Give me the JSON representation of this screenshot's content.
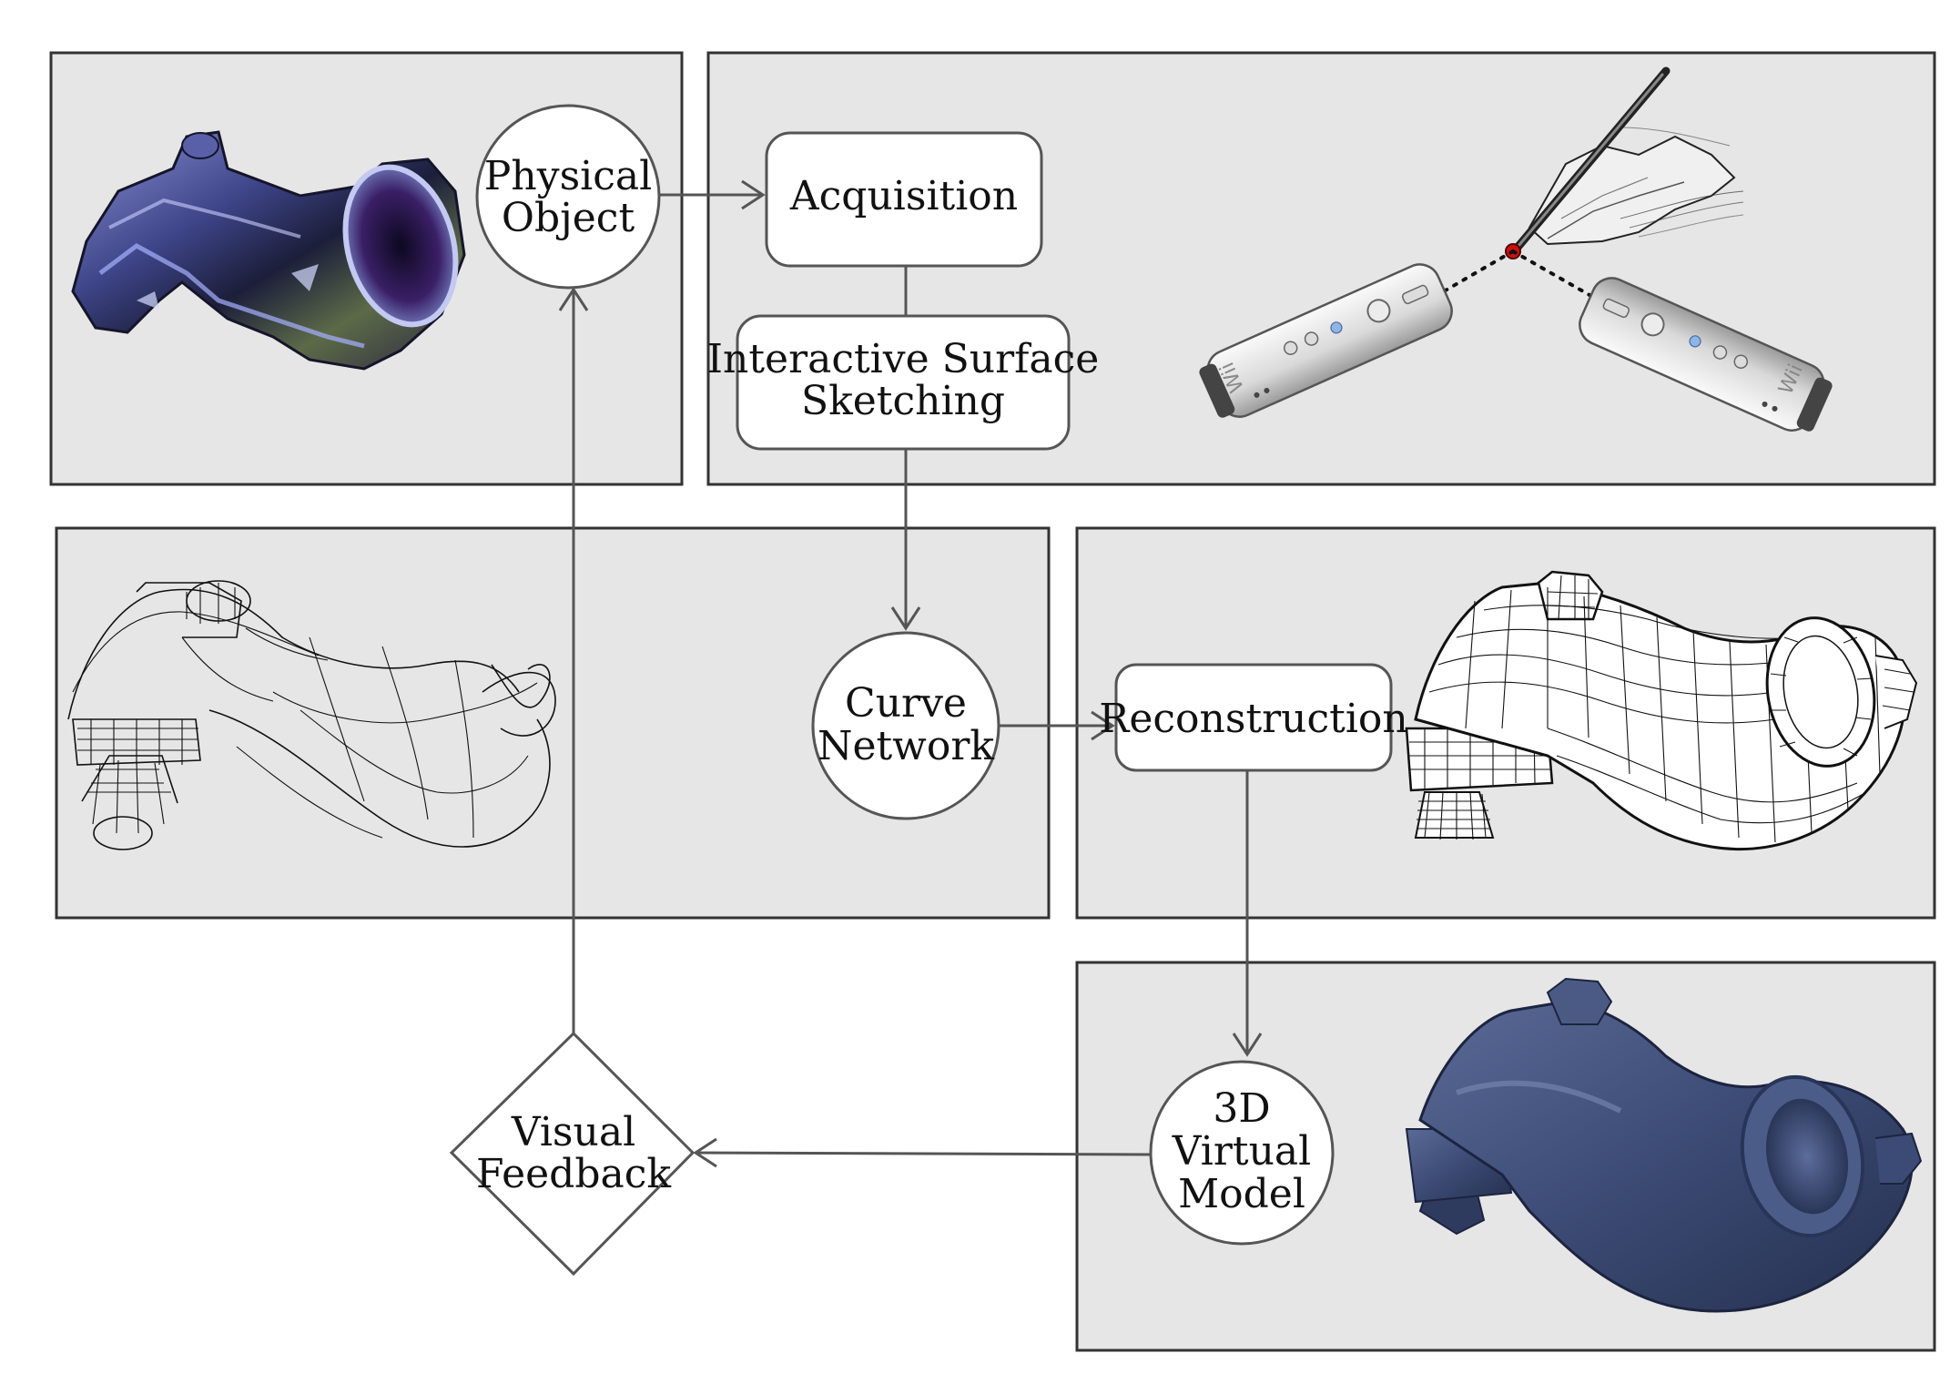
{
  "nodes": {
    "physical_object": {
      "line1": "Physical",
      "line2": "Object"
    },
    "acquisition": {
      "line1": "Acquisition"
    },
    "sketching": {
      "line1": "Interactive Surface",
      "line2": "Sketching"
    },
    "curve_network": {
      "line1": "Curve",
      "line2": "Network"
    },
    "reconstruction": {
      "line1": "Reconstruction"
    },
    "virtual_model": {
      "line1": "3D",
      "line2": "Virtual",
      "line3": "Model"
    },
    "visual_feedback": {
      "line1": "Visual",
      "line2": "Feedback"
    }
  },
  "illustrations": {
    "controller_left_brand": "Wii",
    "controller_right_brand": "Wii"
  },
  "colors": {
    "panel_fill": "#e6e6e6",
    "panel_stroke": "#333333",
    "node_stroke": "#555555",
    "scan_metal": "#4a4f8c",
    "model_blue": "#3f4f78",
    "stylus_tip": "#cc1111"
  }
}
